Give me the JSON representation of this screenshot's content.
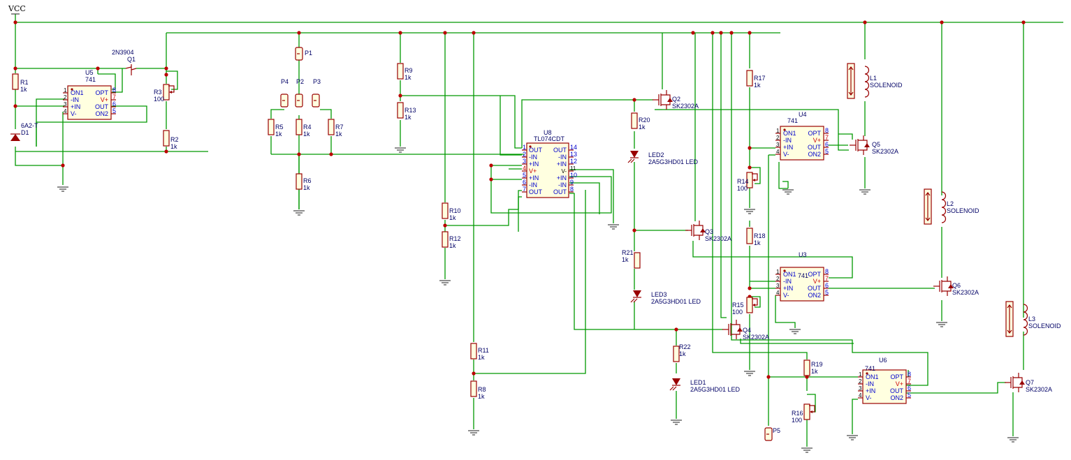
{
  "power": {
    "vcc_label": "VCC"
  },
  "colors": {
    "wire": "#009900",
    "component": "#990000",
    "component_fill": "#ffffe0",
    "label": "#000066",
    "pin": "#0000cc",
    "junction": "#bb0000"
  },
  "resistors": [
    {
      "ref": "R1",
      "value": "1k"
    },
    {
      "ref": "R2",
      "value": "1k"
    },
    {
      "ref": "R3",
      "value": "100"
    },
    {
      "ref": "R4",
      "value": "1k"
    },
    {
      "ref": "R5",
      "value": "1k"
    },
    {
      "ref": "R6",
      "value": "1k"
    },
    {
      "ref": "R7",
      "value": "1k"
    },
    {
      "ref": "R8",
      "value": "1k"
    },
    {
      "ref": "R9",
      "value": "1k"
    },
    {
      "ref": "R10",
      "value": "1k"
    },
    {
      "ref": "R11",
      "value": "1k"
    },
    {
      "ref": "R12",
      "value": "1k"
    },
    {
      "ref": "R13",
      "value": "1k"
    },
    {
      "ref": "R14",
      "value": "100"
    },
    {
      "ref": "R15",
      "value": "100"
    },
    {
      "ref": "R16",
      "value": "100"
    },
    {
      "ref": "R17",
      "value": "1k"
    },
    {
      "ref": "R18",
      "value": "1k"
    },
    {
      "ref": "R19",
      "value": "1k"
    },
    {
      "ref": "R20",
      "value": "1k"
    },
    {
      "ref": "R21",
      "value": "1k"
    },
    {
      "ref": "R22",
      "value": "1k"
    }
  ],
  "connectors": [
    "P1",
    "P2",
    "P3",
    "P4",
    "P5"
  ],
  "diode": {
    "ref": "D1",
    "value": "6A2-T"
  },
  "transistor": {
    "ref": "Q1",
    "value": "2N3904"
  },
  "mosfets": [
    {
      "ref": "Q2",
      "value": "SK2302A"
    },
    {
      "ref": "Q3",
      "value": "SK2302A"
    },
    {
      "ref": "Q4",
      "value": "SK2302A"
    },
    {
      "ref": "Q5",
      "value": "SK2302A"
    },
    {
      "ref": "Q6",
      "value": "SK2302A"
    },
    {
      "ref": "Q7",
      "value": "SK2302A"
    }
  ],
  "leds": [
    {
      "ref": "LED1",
      "value": "2A5G3HD01 LED"
    },
    {
      "ref": "LED2",
      "value": "2A5G3HD01 LED"
    },
    {
      "ref": "LED3",
      "value": "2A5G3HD01 LED"
    }
  ],
  "solenoids": [
    {
      "ref": "L1",
      "value": "SOLENOID"
    },
    {
      "ref": "L2",
      "value": "SOLENOID"
    },
    {
      "ref": "L3",
      "value": "SOLENOID"
    }
  ],
  "opamps": [
    {
      "ref": "U3",
      "value": "741"
    },
    {
      "ref": "U4",
      "value": "741"
    },
    {
      "ref": "U5",
      "value": "741"
    },
    {
      "ref": "U6",
      "value": "741"
    }
  ],
  "opamp_pins": {
    "left": [
      {
        "num": "1",
        "name": "ON1"
      },
      {
        "num": "2",
        "name": "-IN"
      },
      {
        "num": "3",
        "name": "+IN"
      },
      {
        "num": "4",
        "name": "V-"
      }
    ],
    "right": [
      {
        "num": "8",
        "name": "OPT"
      },
      {
        "num": "7",
        "name": "V+"
      },
      {
        "num": "6",
        "name": "OUT"
      },
      {
        "num": "5",
        "name": "ON2"
      }
    ]
  },
  "quad_opamp": {
    "ref": "U8",
    "value": "TL074CDT",
    "left": [
      {
        "num": "1",
        "name": "OUT"
      },
      {
        "num": "2",
        "name": "-IN"
      },
      {
        "num": "3",
        "name": "+IN"
      },
      {
        "num": "4",
        "name": "V+"
      },
      {
        "num": "5",
        "name": "+IN"
      },
      {
        "num": "6",
        "name": "-IN"
      },
      {
        "num": "7",
        "name": "OUT"
      }
    ],
    "right": [
      {
        "num": "14",
        "name": "OUT"
      },
      {
        "num": "13",
        "name": "-IN"
      },
      {
        "num": "12",
        "name": "+IN"
      },
      {
        "num": "11",
        "name": "V-"
      },
      {
        "num": "10",
        "name": "+IN"
      },
      {
        "num": "9",
        "name": "-IN"
      },
      {
        "num": "8",
        "name": "OUT"
      }
    ]
  }
}
